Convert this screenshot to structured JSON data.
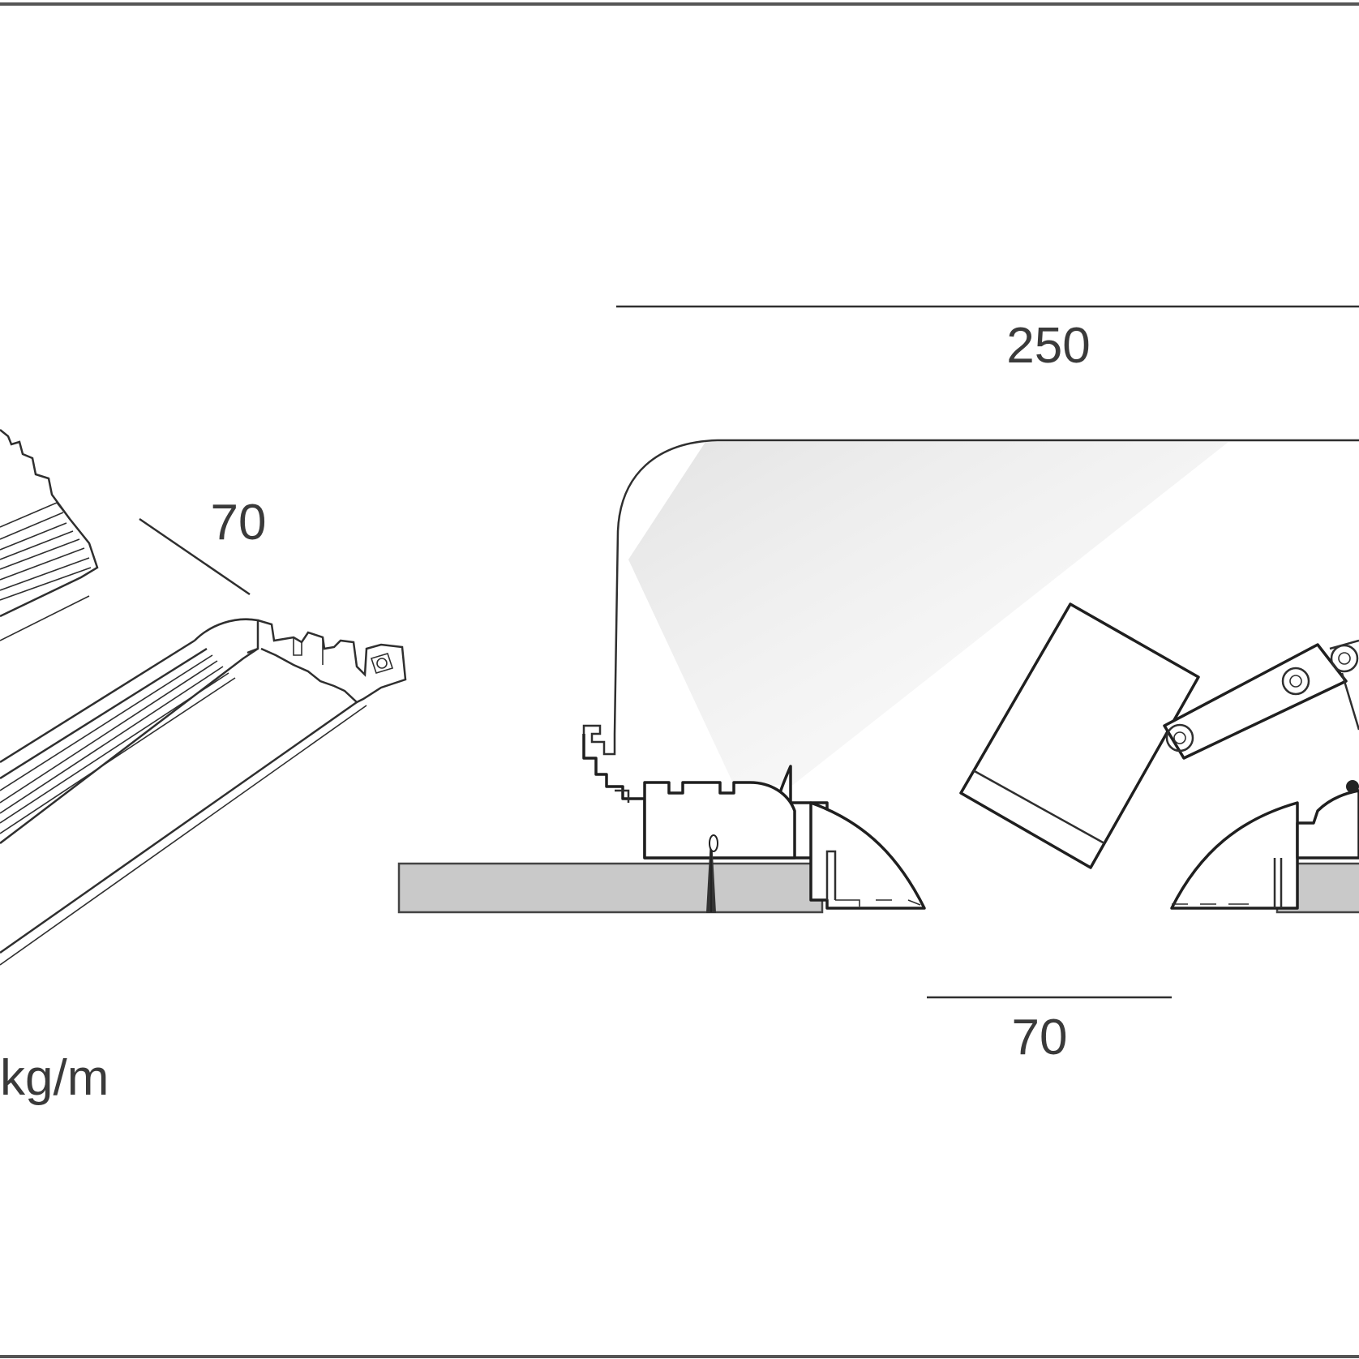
{
  "dimensions": {
    "overall_width": "250",
    "perspective_width": "70",
    "slot_width": "70"
  },
  "weight_label": "kg/m",
  "colors": {
    "line": "#2f2f2f",
    "slab_fill": "#c9c9c9",
    "beam_fill": "#e6e6e6"
  }
}
